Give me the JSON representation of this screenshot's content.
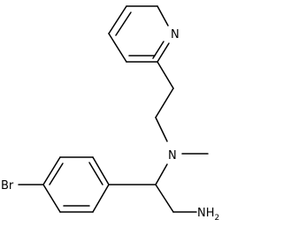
{
  "molecule": {
    "atoms": {
      "pyridine_n": "N",
      "amine_n": "N",
      "bromine": "Br",
      "primary_amine": "NH2"
    },
    "colors": {
      "bond": "#000000",
      "background": "#ffffff"
    }
  }
}
